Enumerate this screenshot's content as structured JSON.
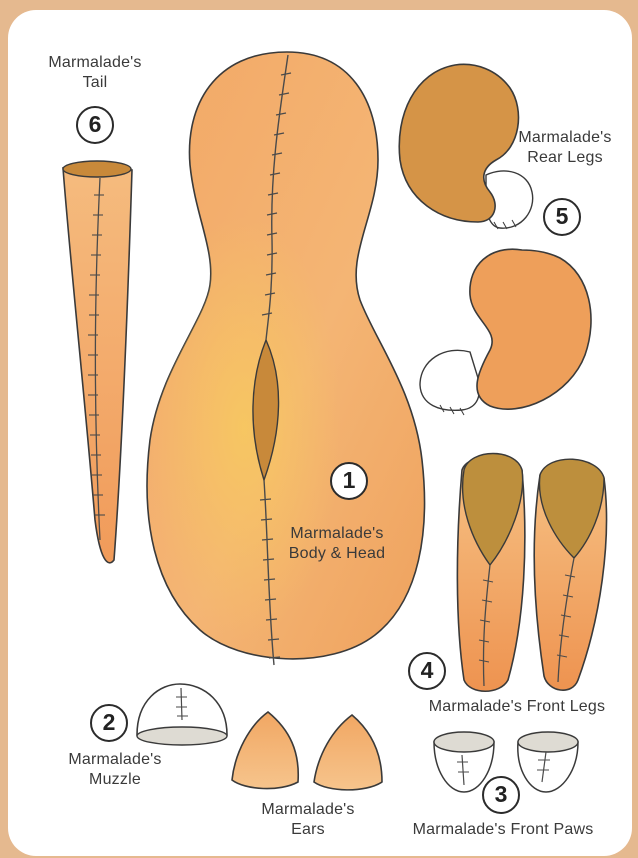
{
  "colors": {
    "page_background": "#e5b98f",
    "card": "#ffffff",
    "fur_orange": "#f0ab6a",
    "fur_light": "#f6c58f",
    "fur_dark": "#c9893f",
    "paw_white": "#ffffff",
    "outline": "#3a3a3a"
  },
  "pieces": [
    {
      "number": "1",
      "name_line1": "Marmalade's",
      "name_line2": "Body & Head"
    },
    {
      "number": "2",
      "name_line1": "Marmalade's",
      "name_line2": "Muzzle"
    },
    {
      "number": "3",
      "name_line1": "Marmalade's Front Paws",
      "name_line2": ""
    },
    {
      "number": "4",
      "name_line1": "Marmalade's Front Legs",
      "name_line2": ""
    },
    {
      "number": "5",
      "name_line1": "Marmalade's",
      "name_line2": "Rear Legs"
    },
    {
      "number": "6",
      "name_line1": "Marmalade's",
      "name_line2": "Tail"
    }
  ],
  "ears": {
    "name_line1": "Marmalade's",
    "name_line2": "Ears"
  }
}
